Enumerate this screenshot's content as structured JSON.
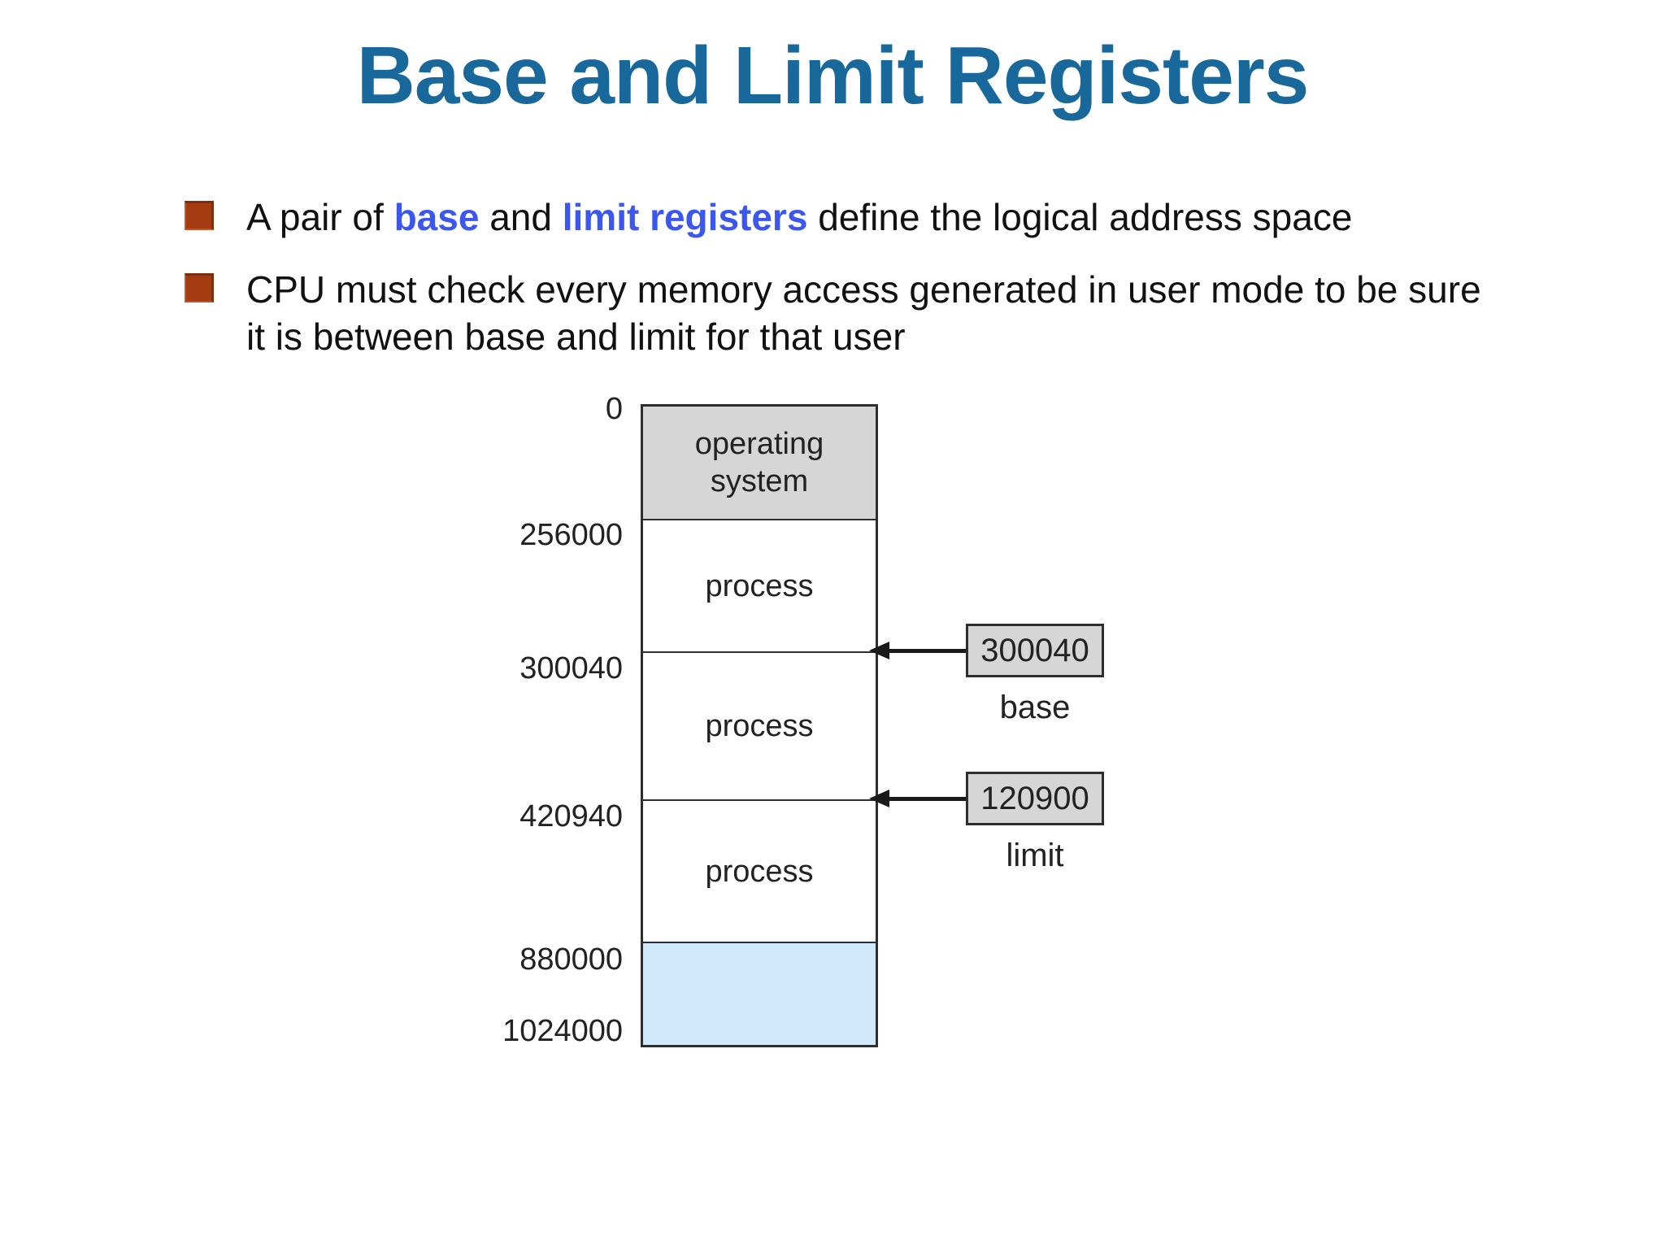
{
  "slide": {
    "title": "Base and Limit Registers",
    "bullets": [
      {
        "segments": [
          {
            "text": "A pair of ",
            "style": "normal"
          },
          {
            "text": "base",
            "style": "emphasis"
          },
          {
            "text": " and ",
            "style": "normal"
          },
          {
            "text": "limit registers",
            "style": "emphasis"
          },
          {
            "text": " define the logical address space",
            "style": "normal"
          }
        ]
      },
      {
        "segments": [
          {
            "text": "CPU must check every memory access generated in user mode to be sure it is between base and limit for that user",
            "style": "normal"
          }
        ]
      }
    ],
    "colors": {
      "title": "#19689C",
      "bullet_marker": "#A53C11",
      "emphasis": "#3B57EE",
      "body_text": "#111111",
      "diagram_border": "#2e2e2e",
      "os_box_fill": "#d6d6d6",
      "register_box_fill": "#d6d6d6",
      "free_region_fill": "#cfe9fa"
    }
  },
  "diagram": {
    "memory_map": {
      "start_address": "0",
      "sections": [
        {
          "label": "operating system",
          "address": "0"
        },
        {
          "label": "process",
          "address": "256000"
        },
        {
          "label": "process",
          "address": "300040"
        },
        {
          "label": "process",
          "address": "420940"
        },
        {
          "label": "",
          "address": "880000"
        }
      ],
      "end_address": "1024000"
    },
    "registers": [
      {
        "value": "300040",
        "label": "base"
      },
      {
        "value": "120900",
        "label": "limit"
      }
    ]
  }
}
